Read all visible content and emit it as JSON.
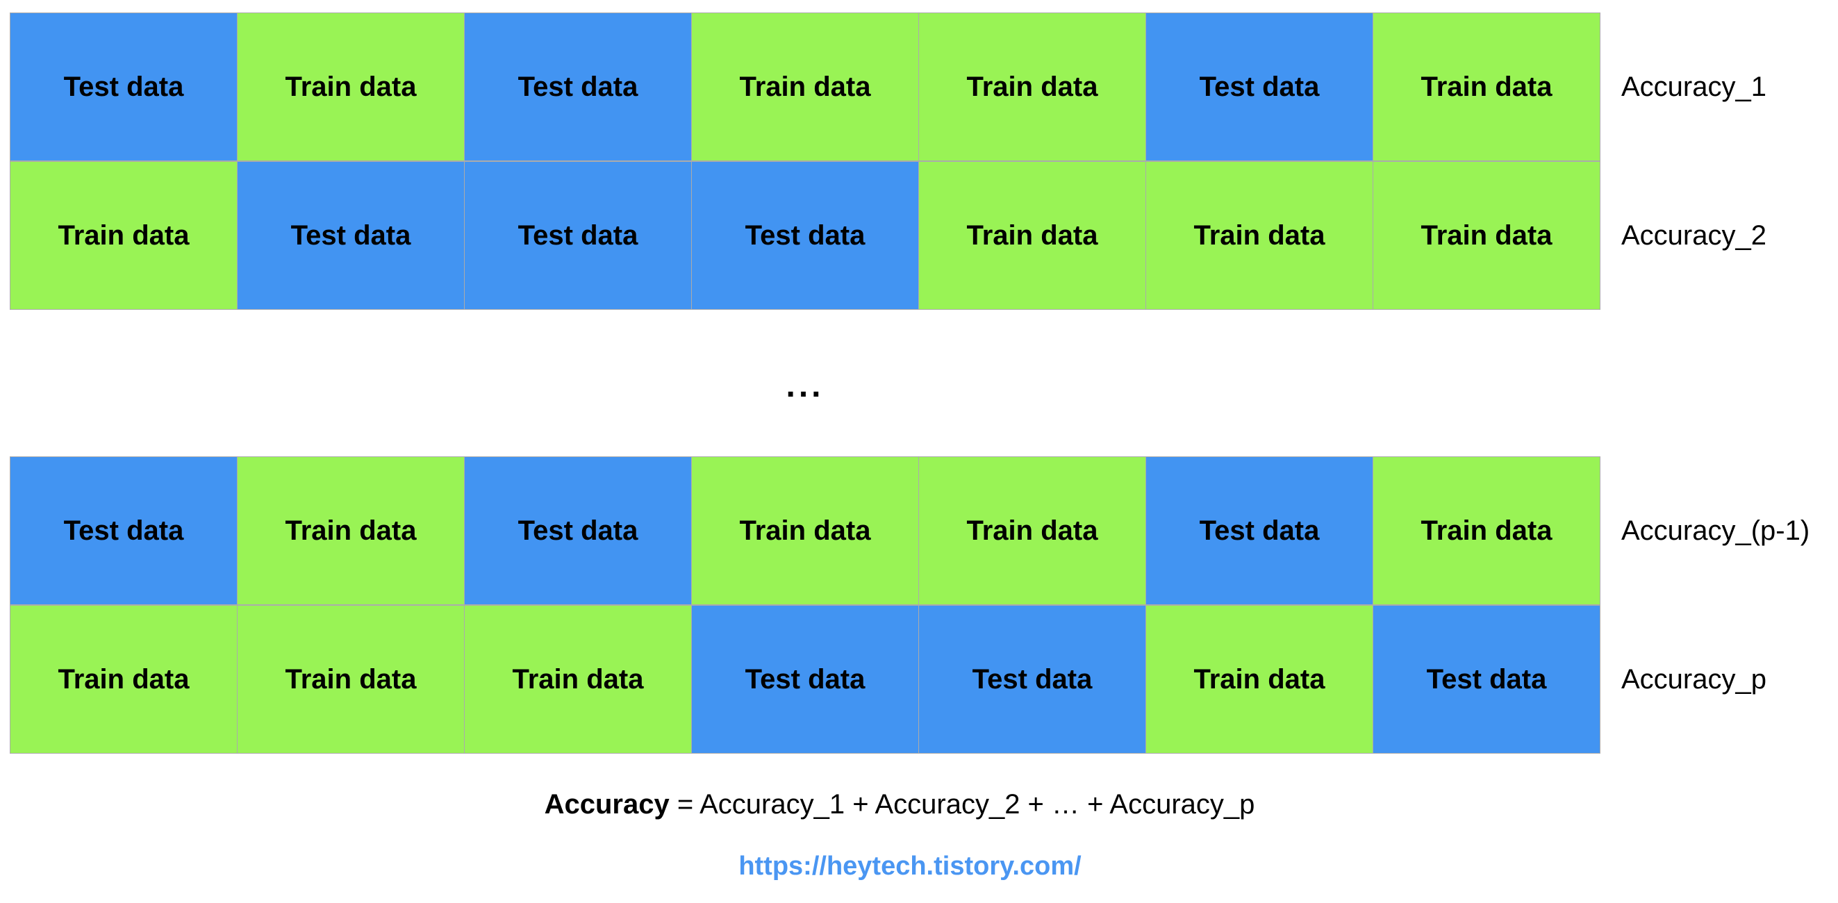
{
  "colors": {
    "test_cell": "#4294f2",
    "train_cell": "#99f355",
    "cell_border": "#ababab",
    "link": "#4a96f2",
    "text": "#000000"
  },
  "cell_types": {
    "test": "Test data",
    "train": "Train data"
  },
  "rows": [
    {
      "label": "Accuracy_1",
      "cells": [
        "test",
        "train",
        "test",
        "train",
        "train",
        "test",
        "train"
      ]
    },
    {
      "label": "Accuracy_2",
      "cells": [
        "train",
        "test",
        "test",
        "test",
        "train",
        "train",
        "train"
      ]
    },
    {
      "label": "Accuracy_(p-1)",
      "cells": [
        "test",
        "train",
        "test",
        "train",
        "train",
        "test",
        "train"
      ]
    },
    {
      "label": "Accuracy_p",
      "cells": [
        "train",
        "train",
        "train",
        "test",
        "test",
        "train",
        "test"
      ]
    }
  ],
  "ellipsis": "...",
  "formula": {
    "lhs": "Accuracy",
    "rhs": " = Accuracy_1 + Accuracy_2 + … + Accuracy_p"
  },
  "link_url": "https://heytech.tistory.com/"
}
